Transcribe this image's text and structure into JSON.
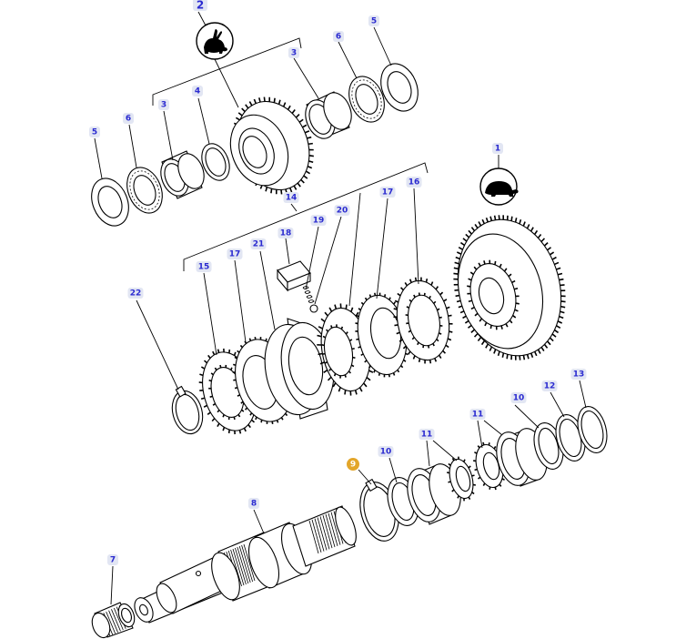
{
  "diagram": {
    "callouts": [
      {
        "id": "c2",
        "label": "2",
        "big": true
      },
      {
        "id": "c3a",
        "label": "3"
      },
      {
        "id": "c3b",
        "label": "3"
      },
      {
        "id": "c4",
        "label": "4"
      },
      {
        "id": "c5a",
        "label": "5"
      },
      {
        "id": "c5b",
        "label": "5"
      },
      {
        "id": "c6a",
        "label": "6"
      },
      {
        "id": "c6b",
        "label": "6"
      },
      {
        "id": "c1",
        "label": "1"
      },
      {
        "id": "c14",
        "label": "14"
      },
      {
        "id": "c17a",
        "label": "17"
      },
      {
        "id": "c16",
        "label": "16"
      },
      {
        "id": "c18",
        "label": "18"
      },
      {
        "id": "c19",
        "label": "19"
      },
      {
        "id": "c20",
        "label": "20"
      },
      {
        "id": "c21",
        "label": "21"
      },
      {
        "id": "c17b",
        "label": "17"
      },
      {
        "id": "c15",
        "label": "15"
      },
      {
        "id": "c22",
        "label": "22"
      },
      {
        "id": "c9",
        "label": "9",
        "highlight": true
      },
      {
        "id": "c10a",
        "label": "10"
      },
      {
        "id": "c10b",
        "label": "10"
      },
      {
        "id": "c11a",
        "label": "11"
      },
      {
        "id": "c11b",
        "label": "11"
      },
      {
        "id": "c12",
        "label": "12"
      },
      {
        "id": "c13",
        "label": "13"
      },
      {
        "id": "c8",
        "label": "8"
      },
      {
        "id": "c7",
        "label": "7"
      }
    ],
    "speed_symbols": [
      {
        "id": "hare",
        "icon": "rabbit-icon",
        "meaning_label": "2"
      },
      {
        "id": "tortoise",
        "icon": "tortoise-icon",
        "meaning_label": "1"
      }
    ],
    "colors": {
      "callout_text": "#2a2ad0",
      "callout_bg": "#e2e6f3",
      "highlight_bg": "#e3a62a",
      "line": "#000000"
    }
  }
}
